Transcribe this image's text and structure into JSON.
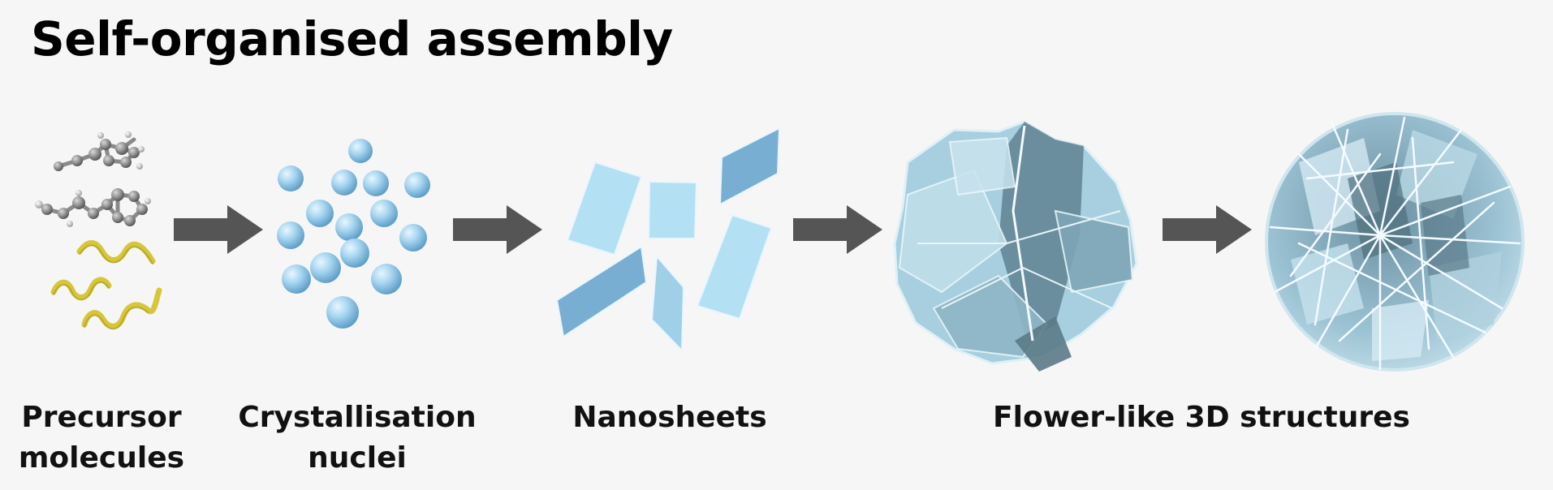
{
  "title": "Self-organised assembly",
  "labels": {
    "precursor_line1": "Precursor",
    "precursor_line2": "molecules",
    "nuclei_line1": "Crystallisation",
    "nuclei_line2": "nuclei",
    "nanosheets": "Nanosheets",
    "flower": "Flower-like 3D structures"
  },
  "colors": {
    "background": "#f6f6f6",
    "arrow": "#555555",
    "sphere": "#9fd1ee",
    "sheet_light": "#b4e0f4",
    "sheet_dark": "#79aed3",
    "molecule_atom": "#8a8a8a",
    "polymer_chain": "#d7c639"
  }
}
